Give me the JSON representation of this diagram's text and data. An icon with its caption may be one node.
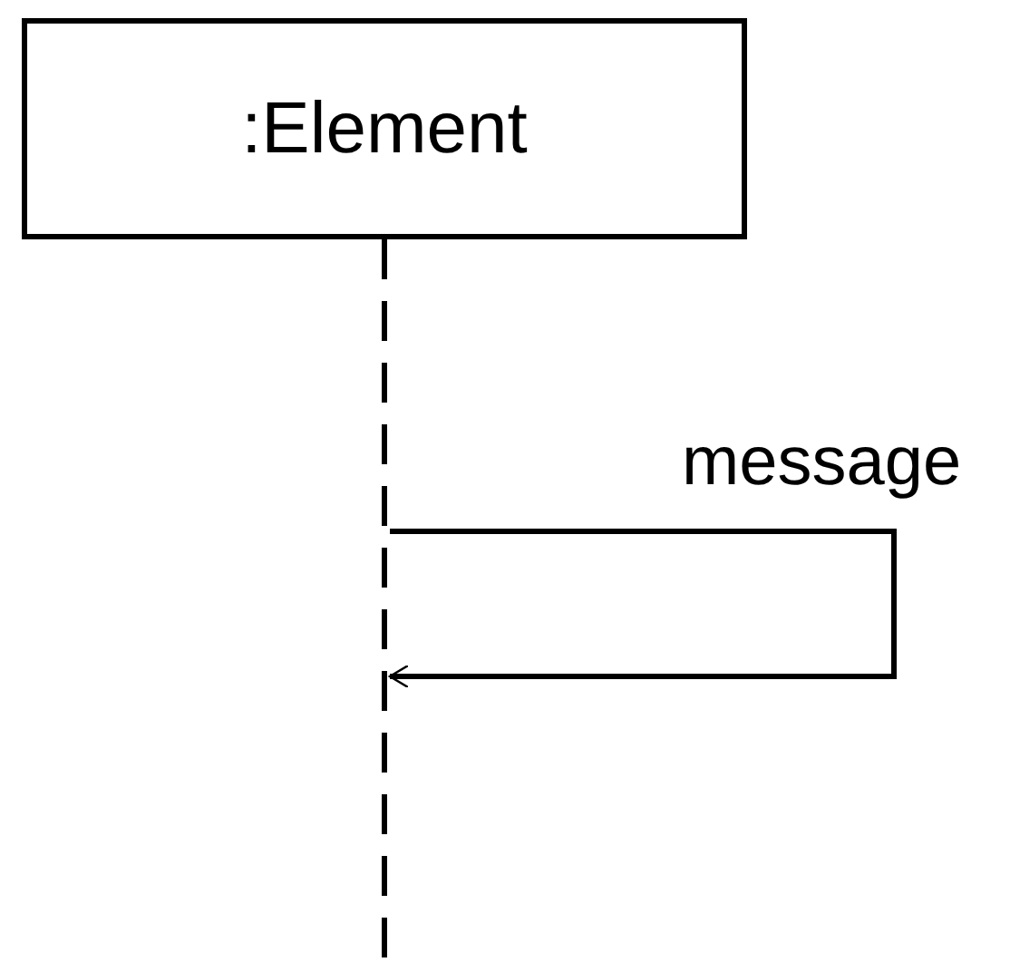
{
  "diagram": {
    "nodes": [
      {
        "text": [
          ":Element"
        ]
      },
      {
        "text": [],
        "shape": "line"
      }
    ],
    "edges": [
      {
        "from": 1,
        "to": 1,
        "arrow": "to",
        "label": "message"
      }
    ]
  }
}
